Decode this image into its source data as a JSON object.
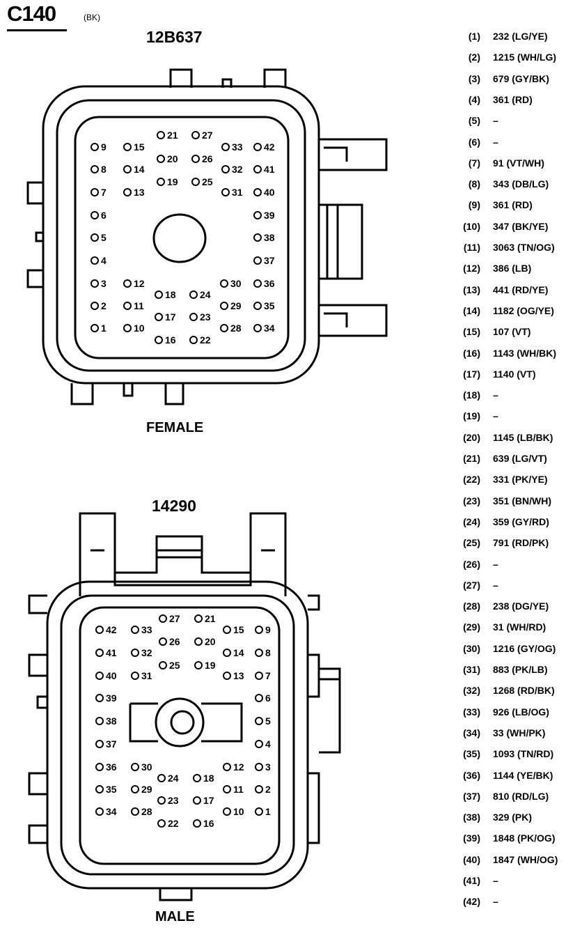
{
  "connector": {
    "id": "C140",
    "color_code": "(BK)",
    "female_part": "12B637",
    "male_part": "14290",
    "female_label": "FEMALE",
    "male_label": "MALE"
  },
  "pins": [
    {
      "num": "(1)",
      "circuit": "232 (LG/YE)"
    },
    {
      "num": "(2)",
      "circuit": "1215 (WH/LG)"
    },
    {
      "num": "(3)",
      "circuit": "679 (GY/BK)"
    },
    {
      "num": "(4)",
      "circuit": "361 (RD)"
    },
    {
      "num": "(5)",
      "circuit": "–"
    },
    {
      "num": "(6)",
      "circuit": "–"
    },
    {
      "num": "(7)",
      "circuit": "91 (VT/WH)"
    },
    {
      "num": "(8)",
      "circuit": "343 (DB/LG)"
    },
    {
      "num": "(9)",
      "circuit": "361 (RD)"
    },
    {
      "num": "(10)",
      "circuit": "347 (BK/YE)"
    },
    {
      "num": "(11)",
      "circuit": "3063 (TN/OG)"
    },
    {
      "num": "(12)",
      "circuit": "386 (LB)"
    },
    {
      "num": "(13)",
      "circuit": "441 (RD/YE)"
    },
    {
      "num": "(14)",
      "circuit": "1182 (OG/YE)"
    },
    {
      "num": "(15)",
      "circuit": "107 (VT)"
    },
    {
      "num": "(16)",
      "circuit": "1143 (WH/BK)"
    },
    {
      "num": "(17)",
      "circuit": "1140 (VT)"
    },
    {
      "num": "(18)",
      "circuit": "–"
    },
    {
      "num": "(19)",
      "circuit": "–"
    },
    {
      "num": "(20)",
      "circuit": "1145 (LB/BK)"
    },
    {
      "num": "(21)",
      "circuit": "639 (LG/VT)"
    },
    {
      "num": "(22)",
      "circuit": "331 (PK/YE)"
    },
    {
      "num": "(23)",
      "circuit": "351 (BN/WH)"
    },
    {
      "num": "(24)",
      "circuit": "359 (GY/RD)"
    },
    {
      "num": "(25)",
      "circuit": "791 (RD/PK)"
    },
    {
      "num": "(26)",
      "circuit": "–"
    },
    {
      "num": "(27)",
      "circuit": "–"
    },
    {
      "num": "(28)",
      "circuit": "238 (DG/YE)"
    },
    {
      "num": "(29)",
      "circuit": "31 (WH/RD)"
    },
    {
      "num": "(30)",
      "circuit": "1216 (GY/OG)"
    },
    {
      "num": "(31)",
      "circuit": "883 (PK/LB)"
    },
    {
      "num": "(32)",
      "circuit": "1268 (RD/BK)"
    },
    {
      "num": "(33)",
      "circuit": "926 (LB/OG)"
    },
    {
      "num": "(34)",
      "circuit": "33 (WH/PK)"
    },
    {
      "num": "(35)",
      "circuit": "1093 (TN/RD)"
    },
    {
      "num": "(36)",
      "circuit": "1144 (YE/BK)"
    },
    {
      "num": "(37)",
      "circuit": "810 (RD/LG)"
    },
    {
      "num": "(38)",
      "circuit": "329 (PK)"
    },
    {
      "num": "(39)",
      "circuit": "1848 (PK/OG)"
    },
    {
      "num": "(40)",
      "circuit": "1847 (WH/OG)"
    },
    {
      "num": "(41)",
      "circuit": "–"
    },
    {
      "num": "(42)",
      "circuit": "–"
    }
  ],
  "female_face_labels": [
    "9",
    "15",
    "21",
    "27",
    "33",
    "42",
    "8",
    "14",
    "20",
    "26",
    "32",
    "41",
    "7",
    "13",
    "19",
    "25",
    "31",
    "40",
    "6",
    "39",
    "5",
    "38",
    "4",
    "37",
    "3",
    "12",
    "18",
    "24",
    "30",
    "36",
    "2",
    "11",
    "17",
    "23",
    "29",
    "35",
    "1",
    "10",
    "16",
    "22",
    "28",
    "34"
  ],
  "male_face_labels": [
    "42",
    "33",
    "27",
    "21",
    "15",
    "9",
    "41",
    "32",
    "26",
    "20",
    "14",
    "8",
    "40",
    "31",
    "25",
    "19",
    "13",
    "7",
    "39",
    "6",
    "38",
    "5",
    "37",
    "4",
    "36",
    "30",
    "24",
    "18",
    "12",
    "3",
    "35",
    "29",
    "23",
    "17",
    "11",
    "2",
    "34",
    "28",
    "22",
    "16",
    "10",
    "1"
  ]
}
